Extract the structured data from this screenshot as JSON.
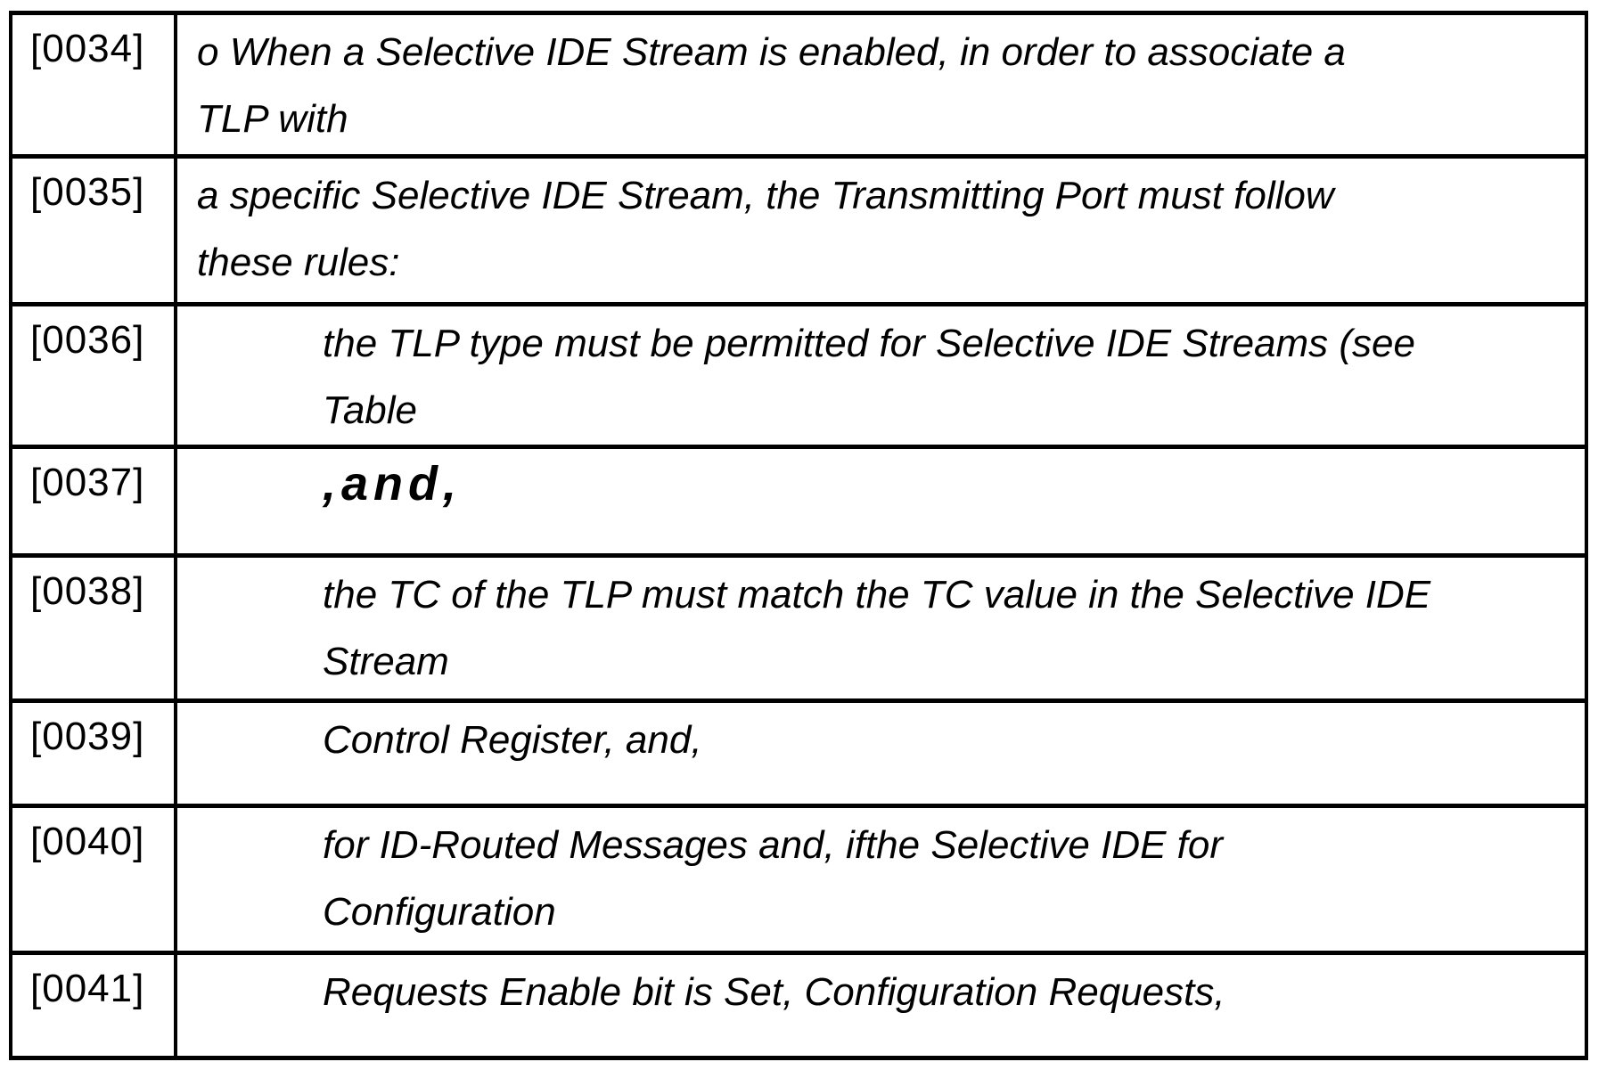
{
  "colors": {
    "text": "#000000",
    "background": "#ffffff",
    "border": "#000000"
  },
  "table": {
    "rows": [
      {
        "label": "[0034]",
        "indent": false,
        "emphasis": false,
        "lines": [
          "o When a Selective IDE Stream is enabled, in order to associate a",
          "TLP with"
        ]
      },
      {
        "label": "[0035]",
        "indent": false,
        "emphasis": false,
        "lines": [
          "a specific Selective IDE Stream, the Transmitting Port must follow",
          "these rules:"
        ]
      },
      {
        "label": "[0036]",
        "indent": true,
        "emphasis": false,
        "lines": [
          "the TLP type must be permitted for Selective IDE Streams (see",
          "Table"
        ]
      },
      {
        "label": "[0037]",
        "indent": true,
        "emphasis": true,
        "lines": [
          ",and,"
        ]
      },
      {
        "label": "[0038]",
        "indent": true,
        "emphasis": false,
        "lines": [
          "the TC of the TLP must match the TC value in the Selective IDE",
          "Stream"
        ]
      },
      {
        "label": "[0039]",
        "indent": true,
        "emphasis": false,
        "lines": [
          "Control Register, and,"
        ]
      },
      {
        "label": "[0040]",
        "indent": true,
        "emphasis": false,
        "lines": [
          "for ID-Routed Messages and, ifthe Selective IDE for",
          "Configuration"
        ]
      },
      {
        "label": "[0041]",
        "indent": true,
        "emphasis": false,
        "lines": [
          "Requests Enable bit is Set, Configuration Requests,"
        ]
      }
    ]
  }
}
